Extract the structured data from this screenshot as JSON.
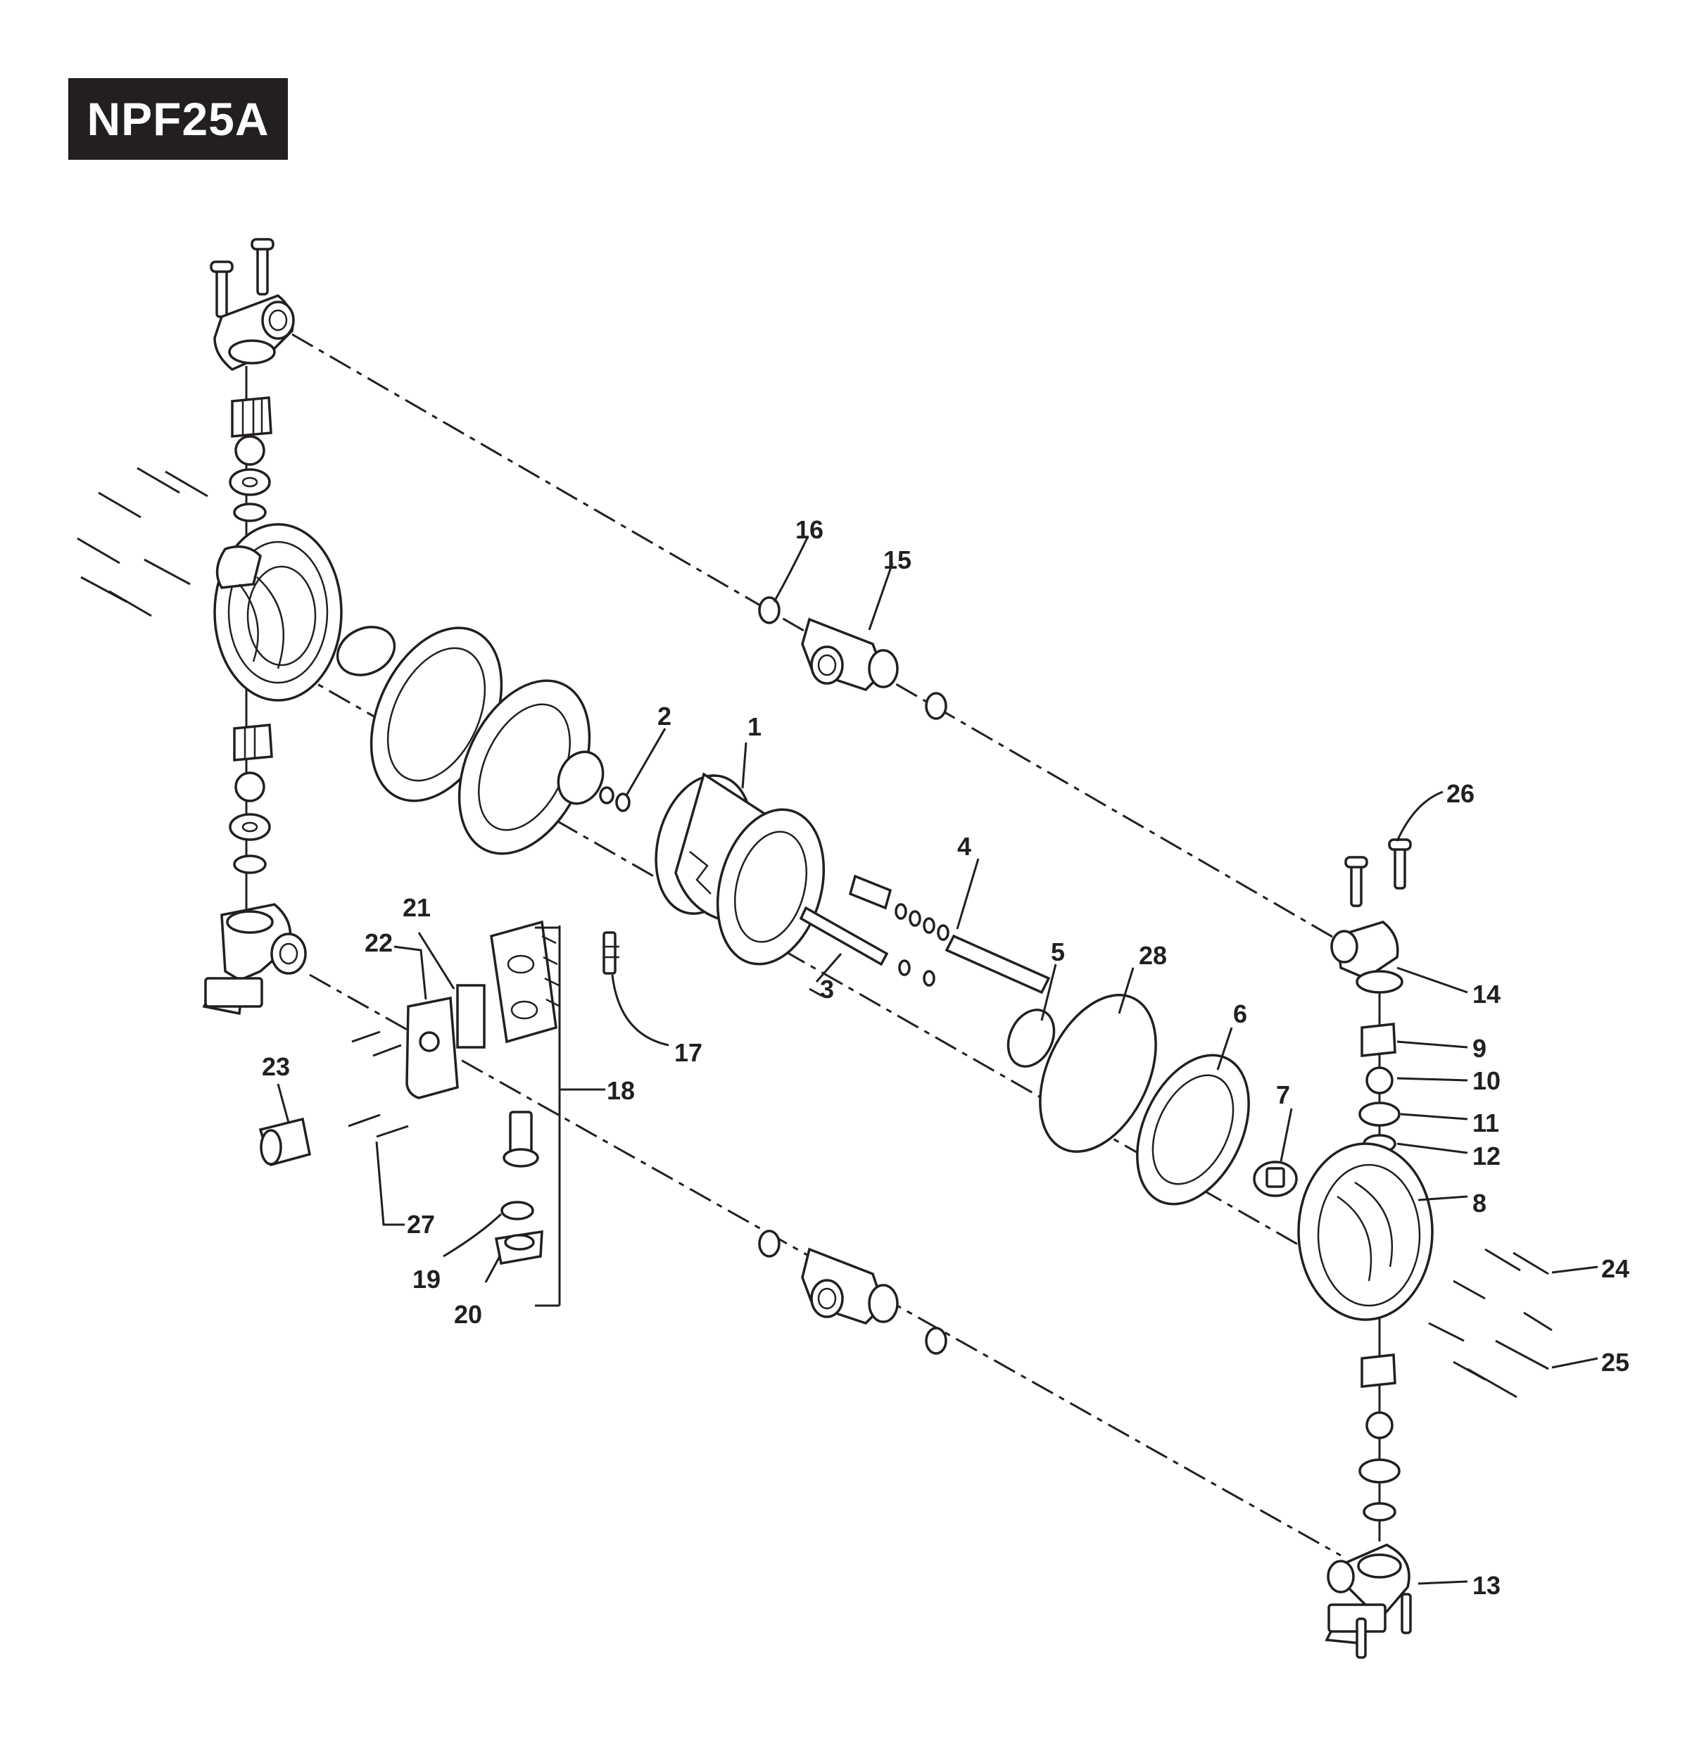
{
  "title": "NPF25A",
  "callouts": [
    {
      "id": "c1",
      "text": "1"
    },
    {
      "id": "c2",
      "text": "2"
    },
    {
      "id": "c3",
      "text": "3"
    },
    {
      "id": "c4",
      "text": "4"
    },
    {
      "id": "c5",
      "text": "5"
    },
    {
      "id": "c6",
      "text": "6"
    },
    {
      "id": "c7",
      "text": "7"
    },
    {
      "id": "c8",
      "text": "8"
    },
    {
      "id": "c9",
      "text": "9"
    },
    {
      "id": "c10",
      "text": "10"
    },
    {
      "id": "c11",
      "text": "11"
    },
    {
      "id": "c12",
      "text": "12"
    },
    {
      "id": "c13",
      "text": "13"
    },
    {
      "id": "c14",
      "text": "14"
    },
    {
      "id": "c15",
      "text": "15"
    },
    {
      "id": "c16",
      "text": "16"
    },
    {
      "id": "c17",
      "text": "17"
    },
    {
      "id": "c18",
      "text": "18"
    },
    {
      "id": "c19",
      "text": "19"
    },
    {
      "id": "c20",
      "text": "20"
    },
    {
      "id": "c21",
      "text": "21"
    },
    {
      "id": "c22",
      "text": "22"
    },
    {
      "id": "c23",
      "text": "23"
    },
    {
      "id": "c24",
      "text": "24"
    },
    {
      "id": "c25",
      "text": "25"
    },
    {
      "id": "c26",
      "text": "26"
    },
    {
      "id": "c27",
      "text": "27"
    },
    {
      "id": "c28",
      "text": "28"
    }
  ]
}
